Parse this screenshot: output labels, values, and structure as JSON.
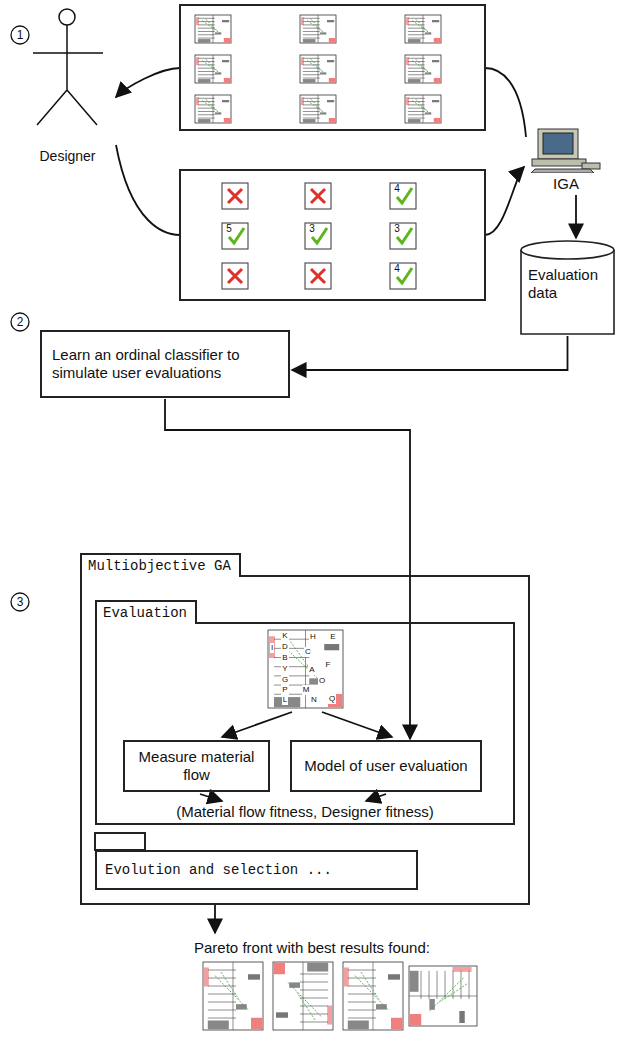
{
  "diagram": {
    "nodes": [
      {
        "text": [
          "Designer"
        ]
      },
      {
        "text": [
          "IGA"
        ]
      },
      {
        "text": [
          "Evaluation data"
        ]
      },
      {
        "text": [
          "Learn an ordinal classifier to simulate user evaluations"
        ]
      },
      {
        "text": [
          "Multiobjective GA"
        ]
      },
      {
        "text": [
          "Evaluation"
        ],
        "in": 4
      },
      {
        "text": [
          "Measure material flow"
        ],
        "in": 5
      },
      {
        "text": [
          "Model of user evaluation"
        ],
        "in": 5
      },
      {
        "text": [
          "Evolution and selection ..."
        ],
        "in": 4
      }
    ],
    "edges": [
      {
        "from": 1,
        "to": 0,
        "arrow": "to"
      },
      {
        "from": 0,
        "to": 1,
        "arrow": "to"
      },
      {
        "from": 1,
        "to": 2,
        "arrow": "to"
      },
      {
        "from": 2,
        "to": 3,
        "arrow": "to"
      },
      {
        "from": 3,
        "to": 7,
        "arrow": "to"
      }
    ],
    "labels": [
      "1",
      "2",
      "3",
      "4",
      "5",
      "3",
      "3",
      "4",
      "K",
      "H",
      "E",
      "I",
      "D",
      "C",
      "B",
      "Y",
      "A",
      "F",
      "G",
      "O",
      "P",
      "M",
      "L",
      "N",
      "Q",
      "(Material flow fitness, Designer fitness)",
      "Pareto front with best results found:"
    ]
  }
}
